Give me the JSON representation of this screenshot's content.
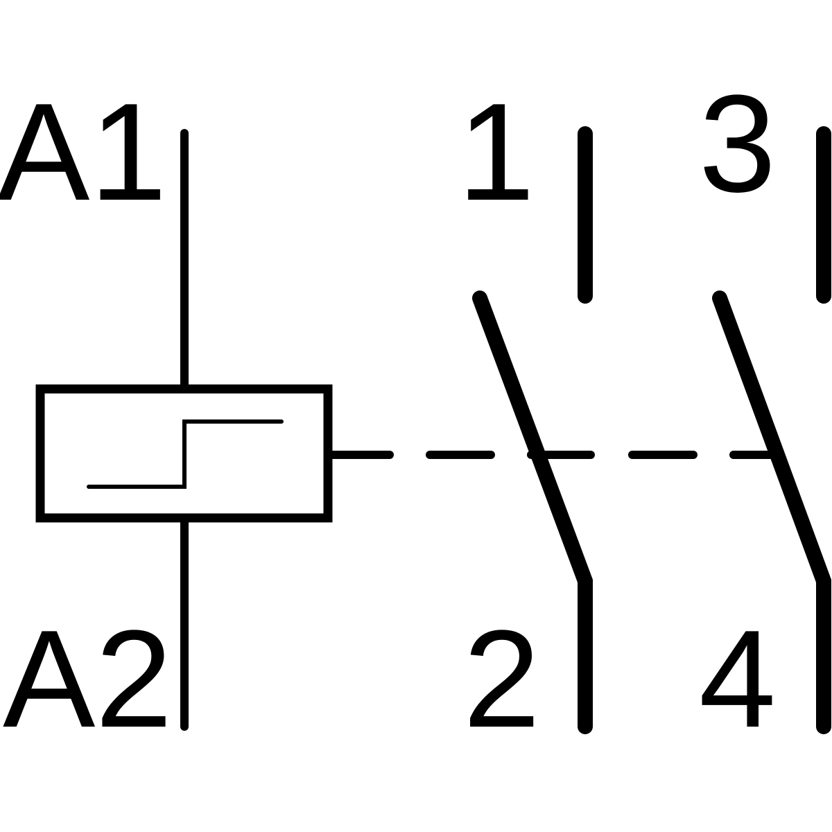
{
  "diagram": {
    "terminals": {
      "coil_top": "A1",
      "coil_bottom": "A2",
      "contact1_top": "1",
      "contact1_bottom": "2",
      "contact2_top": "3",
      "contact2_bottom": "4"
    },
    "colors": {
      "line": "#000000",
      "background": "#ffffff"
    }
  }
}
